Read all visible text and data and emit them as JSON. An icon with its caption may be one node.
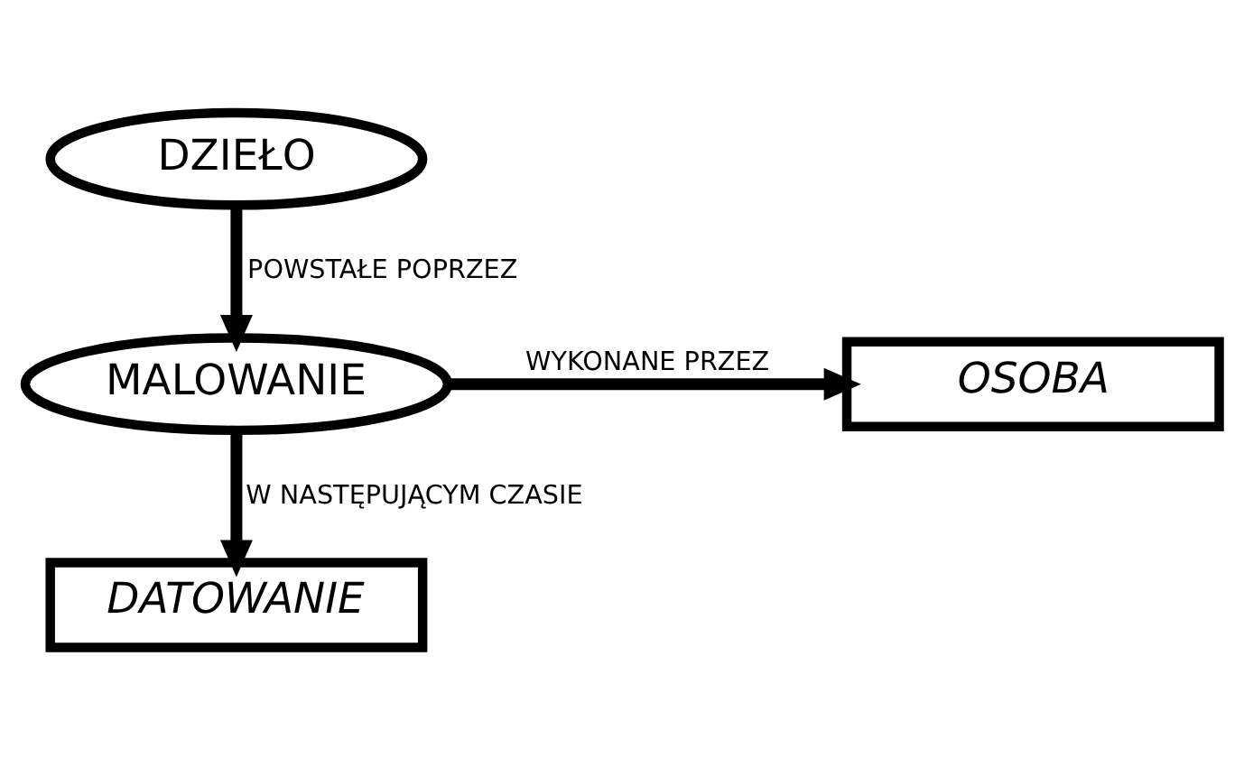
{
  "diagram": {
    "nodes": [
      {
        "text": [
          "DZIEŁO"
        ]
      },
      {
        "text": [
          "MALOWANIE"
        ]
      },
      {
        "text": [
          "OSOBA"
        ]
      },
      {
        "text": [
          "DATOWANIE"
        ]
      }
    ],
    "edges": [
      {
        "from": 0,
        "to": 1,
        "arrow": "to",
        "label": "POWSTAŁE POPRZEZ"
      },
      {
        "from": 1,
        "to": 2,
        "arrow": "to",
        "label": "WYKONANE PRZEZ"
      },
      {
        "from": 1,
        "to": 3,
        "arrow": "to",
        "label": "W NASTĘPUJĄCYM CZASIE"
      }
    ]
  }
}
